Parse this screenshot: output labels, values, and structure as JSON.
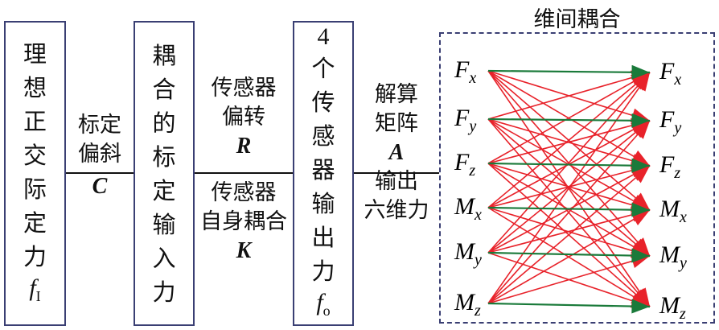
{
  "boxes": {
    "ideal_force": {
      "text": "理想正交际定力",
      "symbol": "f",
      "sub": "I"
    },
    "coupled_input": {
      "text": "耦合的标定输入力"
    },
    "sensor_output": {
      "number": "4",
      "text": "个传感器输出力",
      "symbol": "f",
      "sub": "o"
    }
  },
  "links": {
    "calib_skew": {
      "line1": "标定",
      "line2": "偏斜",
      "symbol": "C"
    },
    "sensor_rot": {
      "line1": "传感器",
      "line2": "偏转",
      "symbol": "R"
    },
    "sensor_self": {
      "line1": "传感器",
      "line2": "自身耦合",
      "symbol": "K"
    },
    "solve": {
      "line1": "解算",
      "line2": "矩阵",
      "symbol": "A",
      "line3": "输出",
      "line4": "六维力"
    }
  },
  "coupling": {
    "title": "维间耦合",
    "nodes": [
      {
        "base": "F",
        "sub": "x"
      },
      {
        "base": "F",
        "sub": "y"
      },
      {
        "base": "F",
        "sub": "z"
      },
      {
        "base": "M",
        "sub": "x"
      },
      {
        "base": "M",
        "sub": "y"
      },
      {
        "base": "M",
        "sub": "z"
      }
    ],
    "colors": {
      "direct": "#1a7a3a",
      "cross": "#e8222a",
      "frame": "#3a3f73"
    }
  }
}
